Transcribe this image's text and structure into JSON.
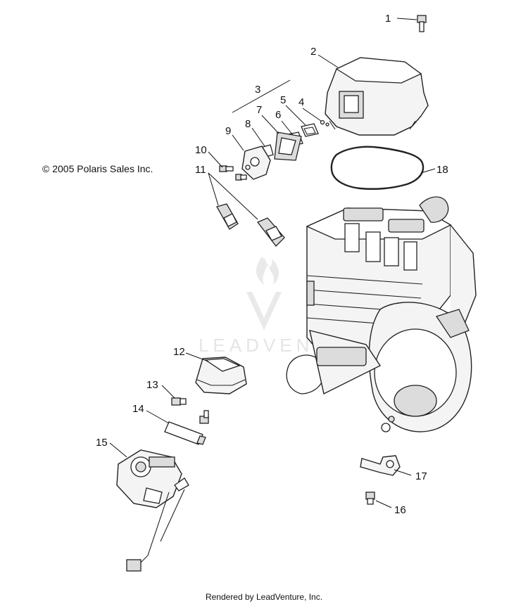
{
  "copyright": "© 2005 Polaris Sales Inc.",
  "footer": "Rendered by LeadVenture, Inc.",
  "watermark": "LEADVENTURE",
  "callouts": [
    {
      "id": "c1",
      "label": "1"
    },
    {
      "id": "c2",
      "label": "2"
    },
    {
      "id": "c3",
      "label": "3"
    },
    {
      "id": "c4",
      "label": "4"
    },
    {
      "id": "c5",
      "label": "5"
    },
    {
      "id": "c6",
      "label": "6"
    },
    {
      "id": "c7",
      "label": "7"
    },
    {
      "id": "c8",
      "label": "8"
    },
    {
      "id": "c9",
      "label": "9"
    },
    {
      "id": "c10",
      "label": "10"
    },
    {
      "id": "c11",
      "label": "11"
    },
    {
      "id": "c12",
      "label": "12"
    },
    {
      "id": "c13",
      "label": "13"
    },
    {
      "id": "c14",
      "label": "14"
    },
    {
      "id": "c15",
      "label": "15"
    },
    {
      "id": "c16",
      "label": "16"
    },
    {
      "id": "c17",
      "label": "17"
    },
    {
      "id": "c18",
      "label": "18"
    }
  ]
}
